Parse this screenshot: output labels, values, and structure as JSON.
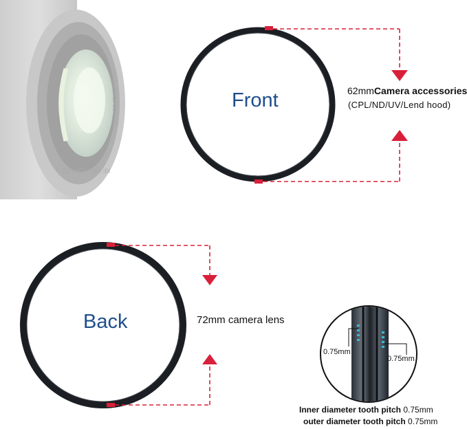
{
  "front": {
    "label": "Front"
  },
  "back": {
    "label": "Back"
  },
  "front_spec": {
    "size": "62mm",
    "text": "Camera accessories",
    "types": "(CPL/ND/UV/Lend  hood)"
  },
  "back_spec": {
    "text": "72mm camera lens"
  },
  "lens": {
    "engraving_1": "88 Ø OIS ƒW L",
    "engraving_2": "XF ƎBC ƎƎ₫ɅƎƎ"
  },
  "pitch": {
    "left_value": "0.75mm",
    "right_value": "0.75mm",
    "inner_label": "Inner diameter tooth pitch",
    "inner_value": "0.75mm",
    "outer_label": "outer diameter tooth pitch",
    "outer_value": "0.75mm"
  },
  "colors": {
    "title_blue": "#1f4e8c",
    "dimension_red": "#d9203a",
    "ring": "#1b1e22"
  }
}
